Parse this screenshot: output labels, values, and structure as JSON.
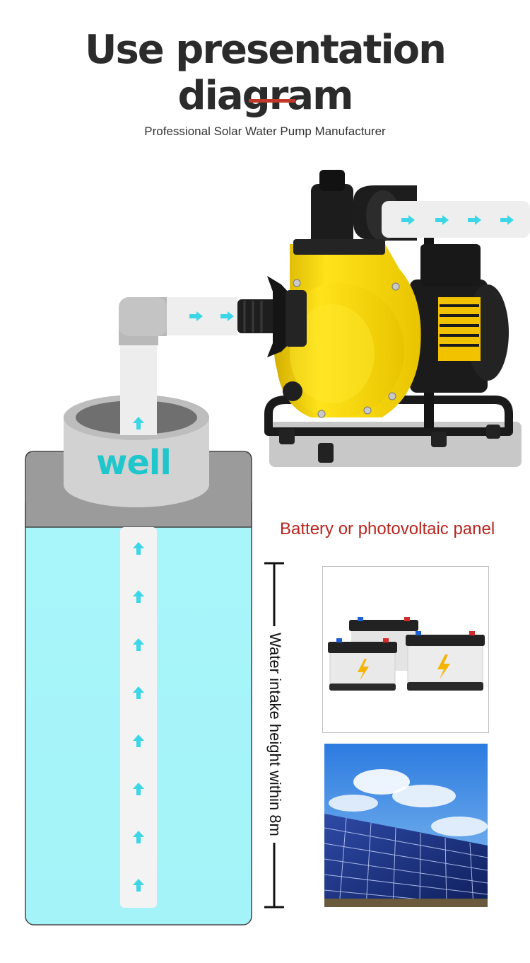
{
  "header": {
    "title": "Use presentation diagram",
    "subtitle": "Professional Solar Water Pump Manufacturer"
  },
  "diagram": {
    "well_label": "well",
    "height_label": "Water intake height within 8m",
    "power_heading": "Battery or photovoltaic panel"
  },
  "colors": {
    "accent_red": "#c0392b",
    "well_text": "#1fc6cc",
    "water": "#a8f7fb",
    "arrow": "#3dd6e6",
    "pump_yellow": "#f5d800"
  },
  "icons": [
    "arrow-up-icon",
    "arrow-right-icon",
    "lightning-icon"
  ]
}
